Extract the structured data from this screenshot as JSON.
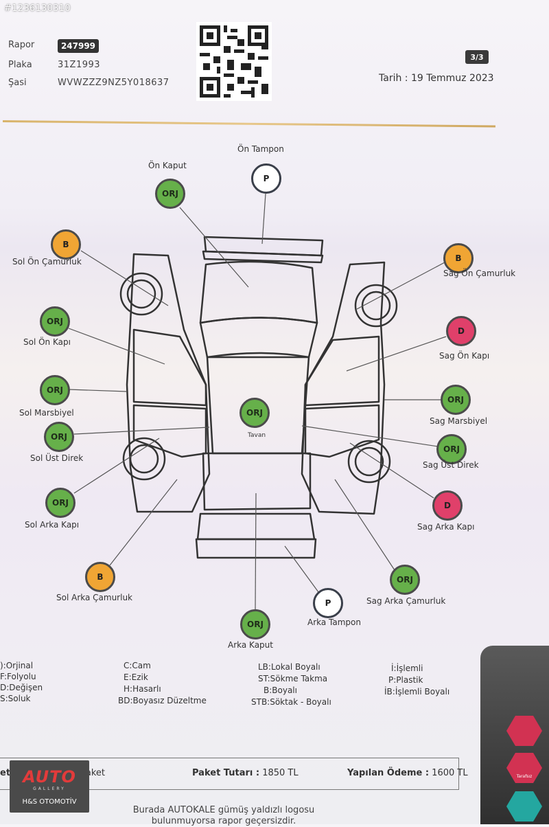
{
  "watermark": "#1236130310",
  "header": {
    "rapor_label": "Rapor",
    "rapor_value": "247999",
    "plaka_label": "Plaka",
    "plaka_value": "31Z1993",
    "sasi_label": "Şasi",
    "sasi_value": "WVWZZZ9NZ5Y018637",
    "page": "3/3",
    "date": "Tarih : 19 Temmuz 2023"
  },
  "parts": {
    "on_tampon": {
      "label": "Ön Tampon",
      "status": "P"
    },
    "on_kaput": {
      "label": "Ön Kaput",
      "status": "ORJ"
    },
    "sol_on_camurluk": {
      "label": "Sol Ön Çamurluk",
      "status": "B"
    },
    "sag_on_camurluk": {
      "label": "Sag Ön Çamurluk",
      "status": "B"
    },
    "sol_on_kapi": {
      "label": "Sol Ön Kapı",
      "status": "ORJ"
    },
    "sag_on_kapi": {
      "label": "Sag Ön Kapı",
      "status": "D"
    },
    "sol_marsbiyel": {
      "label": "Sol Marsbiyel",
      "status": "ORJ"
    },
    "sag_marsbiyel": {
      "label": "Sag Marsbiyel",
      "status": "ORJ"
    },
    "tavan": {
      "label": "Tavan",
      "status": "ORJ"
    },
    "sol_ust_direk": {
      "label": "Sol Üst Direk",
      "status": "ORJ"
    },
    "sag_ust_direk": {
      "label": "Sag Üst Direk",
      "status": "ORJ"
    },
    "sol_arka_kapi": {
      "label": "Sol Arka Kapı",
      "status": "ORJ"
    },
    "sag_arka_kapi": {
      "label": "Sag Arka Kapı",
      "status": "D"
    },
    "sol_arka_camurluk": {
      "label": "Sol Arka Çamurluk",
      "status": "B"
    },
    "sag_arka_camurluk": {
      "label": "Sag Arka Çamurluk",
      "status": "ORJ"
    },
    "arka_tampon": {
      "label": "Arka Tampon",
      "status": "P"
    },
    "arka_kaput": {
      "label": "Arka Kaput",
      "status": "ORJ"
    }
  },
  "legend": {
    "c1": [
      "):Orjinal",
      "F:Folyolu",
      "D:Değişen",
      "S:Soluk"
    ],
    "c2": [
      "C:Cam",
      "E:Ezik",
      "H:Hasarlı",
      "BD:Boyasız Düzeltme"
    ],
    "c3": [
      "LB:Lokal Boyalı",
      "ST:Sökme Takma",
      "B:Boyalı",
      "STB:Söktak - Boyalı"
    ],
    "c4": [
      "İ:İşlemli",
      "P:Plastik",
      "İB:İşlemli Boyalı"
    ]
  },
  "footer": {
    "paket_adi_label": "et Adı :",
    "paket_adi_value": "Standart Paket",
    "paket_tutari_label": "Paket Tutarı :",
    "paket_tutari_value": "1850 TL",
    "yapilan_odeme_label": "Yapılan Ödeme :",
    "yapilan_odeme_value": "1600 TL",
    "note_line1": "Burada AUTOKALE gümüş yaldızlı logosu",
    "note_line2": "bulunmuyorsa rapor geçersizdir."
  },
  "logo": {
    "main": "AUTO",
    "sub": "GALLERY",
    "name": "H&S OTOMOTİV"
  },
  "side_icons": [
    "Tarafsız"
  ],
  "colors": {
    "orj": "#66b04a",
    "boyali": "#f0a534",
    "degisen": "#e0406a",
    "plastik": "#ffffff"
  }
}
